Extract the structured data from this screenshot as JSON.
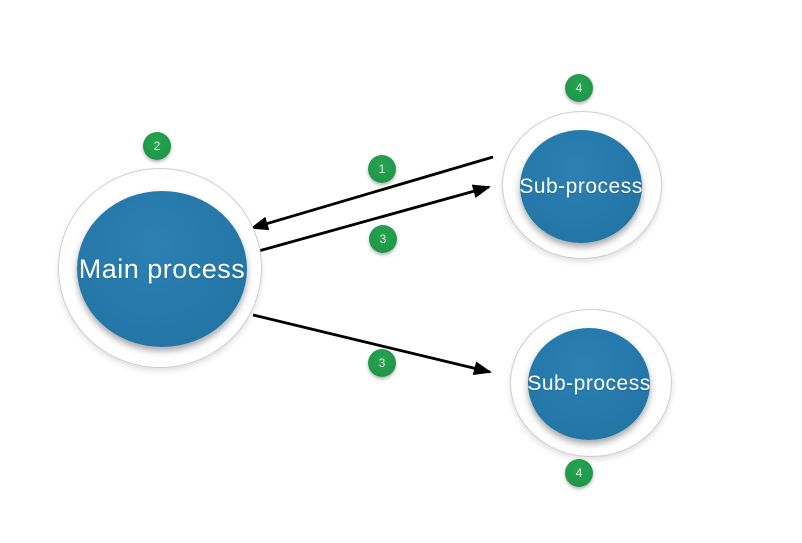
{
  "diagram": {
    "colors": {
      "background": "#ffffff",
      "node_fill": "#2578a9",
      "node_text": "#ffffff",
      "halo_fill": "#ffffff",
      "halo_border": "#cfcfcf",
      "badge_fill": "#21994a",
      "badge_text": "#d9eedd",
      "arrow": "#000000"
    },
    "nodes": [
      {
        "id": "main-process",
        "label": "Main process"
      },
      {
        "id": "sub-process-top",
        "label": "Sub-process"
      },
      {
        "id": "sub-process-bottom",
        "label": "Sub-process"
      }
    ],
    "arrows": [
      {
        "id": "arrow-sub-top-to-main",
        "from": "sub-process-top",
        "to": "main-process",
        "step": "1"
      },
      {
        "id": "arrow-main-to-sub-top",
        "from": "main-process",
        "to": "sub-process-top",
        "step": "3"
      },
      {
        "id": "arrow-main-to-sub-bottom",
        "from": "main-process",
        "to": "sub-process-bottom",
        "step": "3"
      }
    ],
    "badges": [
      {
        "value": "2",
        "attached_to": "main-process",
        "position": "above-node"
      },
      {
        "value": "4",
        "attached_to": "sub-process-top",
        "position": "above-node"
      },
      {
        "value": "1",
        "attached_to": "arrow-sub-top-to-main",
        "position": "above-arrow"
      },
      {
        "value": "3",
        "attached_to": "arrow-main-to-sub-top",
        "position": "below-arrow"
      },
      {
        "value": "3",
        "attached_to": "arrow-main-to-sub-bottom",
        "position": "below-arrow"
      },
      {
        "value": "4",
        "attached_to": "sub-process-bottom",
        "position": "below-node"
      }
    ]
  }
}
